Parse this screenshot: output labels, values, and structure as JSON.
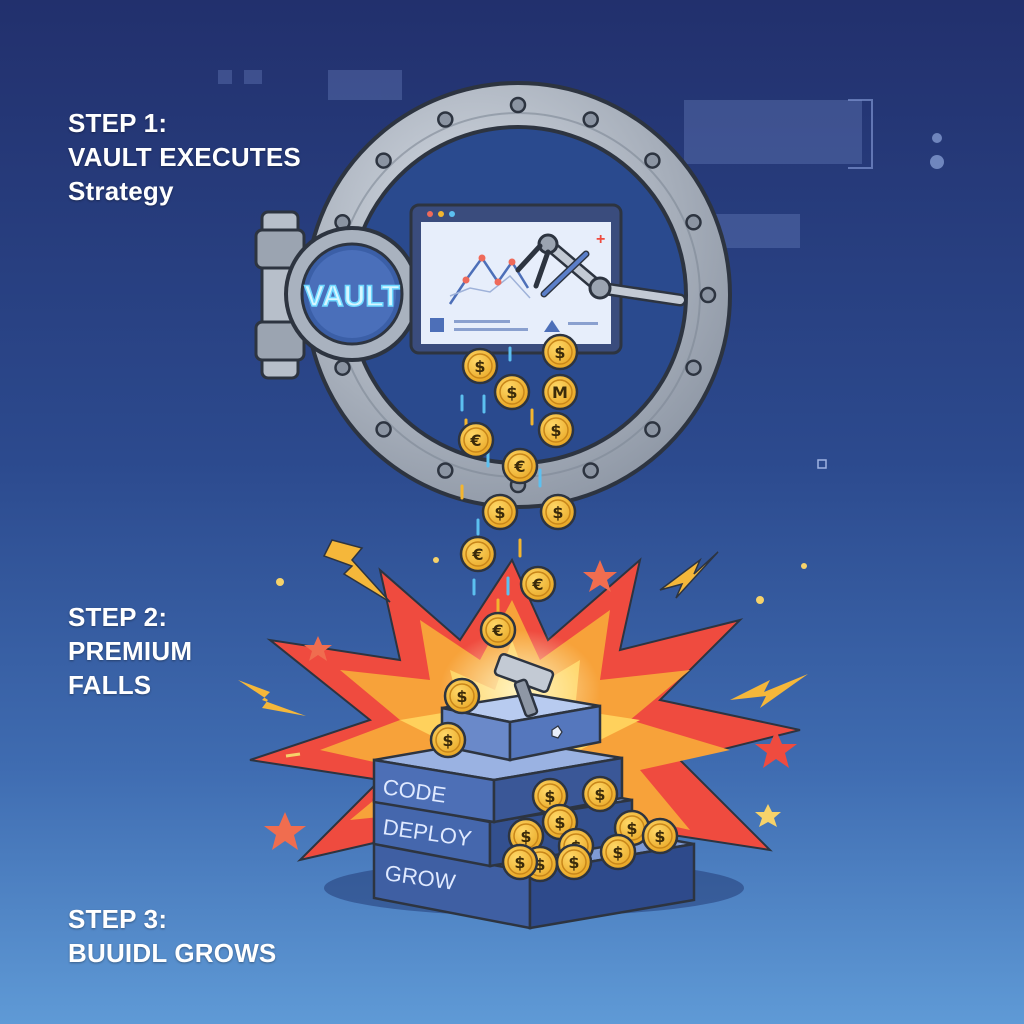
{
  "steps": [
    {
      "line1": "STEP 1:",
      "line2": "VAULT EXECUTES",
      "line3": "Strategy"
    },
    {
      "line1": "STEP 2:",
      "line2": "PREMIUM",
      "line3": "FALLS"
    },
    {
      "line1": "STEP 3:",
      "line2": "BUUIDL GROWS"
    }
  ],
  "vault": {
    "label": "VAULT"
  },
  "blocks": {
    "code": "CODE",
    "deploy": "DEPLOY",
    "grow": "GROW"
  },
  "coin_symbols": {
    "dollar": "$",
    "euro": "€",
    "m": "M"
  },
  "colors": {
    "coin": "#f3b52e",
    "coin_rim": "#c8861a",
    "vault_steel": "#a7b0bd",
    "explosion_red": "#ef4b3f",
    "explosion_orange": "#f7a23a",
    "vault_glow": "#6fd7ff"
  }
}
